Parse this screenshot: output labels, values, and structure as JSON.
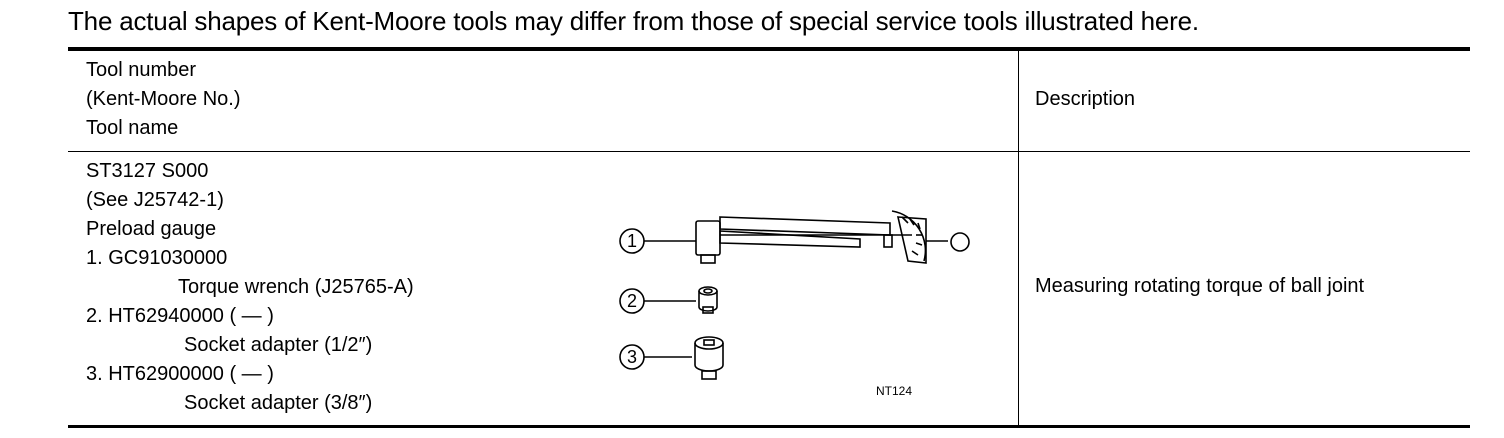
{
  "intro": "The actual shapes of Kent-Moore tools may differ from those of special service tools illustrated here.",
  "header": {
    "tool_line1": "Tool number",
    "tool_line2": "(Kent-Moore No.)",
    "tool_line3": "Tool name",
    "description": "Description"
  },
  "row": {
    "lines": [
      "ST3127 S000",
      "(See J25742-1)",
      "Preload gauge",
      "1. GC91030000",
      "Torque wrench (J25765-A)",
      "2. HT62940000 ( — )",
      "Socket adapter (1/2″)",
      "3. HT62900000 ( — )",
      "Socket adapter (3/8″)"
    ],
    "description": "Measuring rotating torque of ball joint",
    "figure": {
      "callouts": [
        "1",
        "2",
        "3"
      ],
      "code": "NT124"
    }
  }
}
